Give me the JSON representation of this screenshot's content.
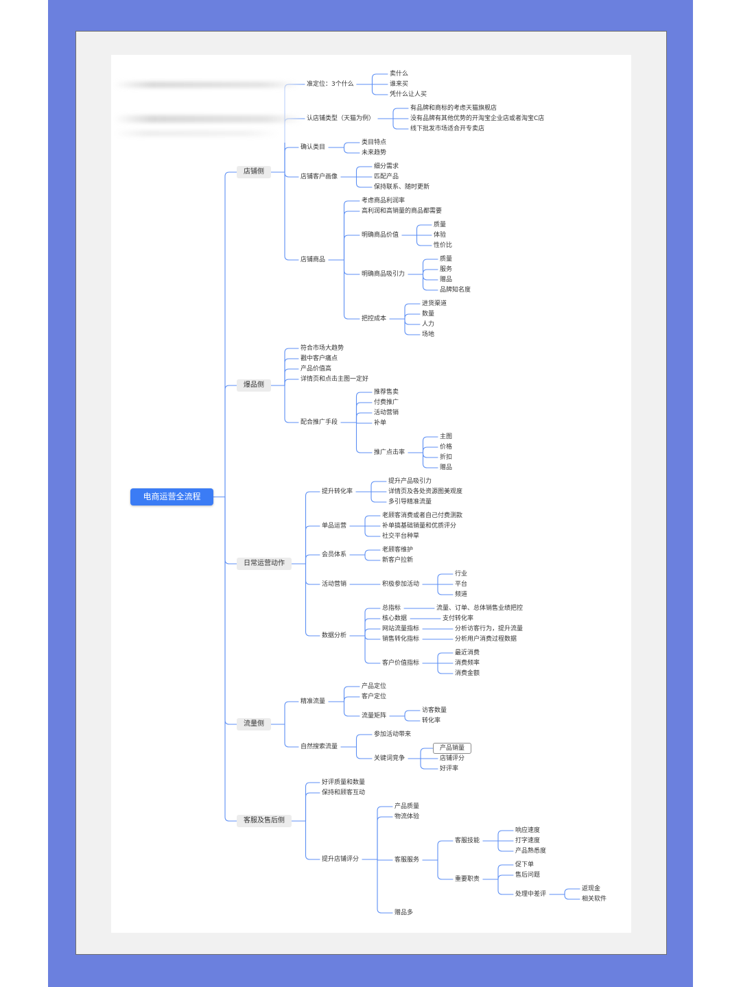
{
  "theme": {
    "page_background": "#6b80de",
    "root_fill": "#3b7cf5",
    "branch_fill": "#ececec",
    "line": "#5b8ef4",
    "text": "#333333"
  },
  "mindmap": {
    "root": "电商运营全流程",
    "branches": [
      {
        "label": "店铺侧",
        "children": [
          {
            "label": "准定位：3个什么",
            "children": [
              {
                "label": "卖什么"
              },
              {
                "label": "谁来买"
              },
              {
                "label": "凭什么让人买"
              }
            ]
          },
          {
            "label": "认店铺类型（天猫为例）",
            "children": [
              {
                "label": "有品牌和商标的考虑天猫旗舰店"
              },
              {
                "label": "没有品牌有其他优势的开淘宝企业店或者淘宝C店"
              },
              {
                "label": "线下批发市场适合开专卖店"
              }
            ]
          },
          {
            "label": "确认类目",
            "children": [
              {
                "label": "类目特点"
              },
              {
                "label": "未来趋势"
              }
            ]
          },
          {
            "label": "店铺客户画像",
            "children": [
              {
                "label": "细分需求"
              },
              {
                "label": "匹配产品"
              },
              {
                "label": "保持联系、随时更新"
              }
            ]
          },
          {
            "label": "店铺商品",
            "children": [
              {
                "label": "考虑商品利润率"
              },
              {
                "label": "高利润和高销量的商品都需要"
              },
              {
                "label": "明确商品价值",
                "children": [
                  {
                    "label": "质量"
                  },
                  {
                    "label": "体验"
                  },
                  {
                    "label": "性价比"
                  }
                ]
              },
              {
                "label": "明确商品吸引力",
                "children": [
                  {
                    "label": "质量"
                  },
                  {
                    "label": "服务"
                  },
                  {
                    "label": "赠品"
                  },
                  {
                    "label": "品牌知名度"
                  }
                ]
              },
              {
                "label": "把控成本",
                "children": [
                  {
                    "label": "进货渠道"
                  },
                  {
                    "label": "数量"
                  },
                  {
                    "label": "人力"
                  },
                  {
                    "label": "场地"
                  }
                ]
              }
            ]
          }
        ]
      },
      {
        "label": "爆品侧",
        "children": [
          {
            "label": "符合市场大趋势"
          },
          {
            "label": "戳中客户痛点"
          },
          {
            "label": "产品价值高"
          },
          {
            "label": "详情页和点击主图一定好"
          },
          {
            "label": "配合推广手段",
            "children": [
              {
                "label": "推荐售卖"
              },
              {
                "label": "付费推广"
              },
              {
                "label": "活动营销"
              },
              {
                "label": "补单"
              },
              {
                "label": "推广点击率",
                "children": [
                  {
                    "label": "主图"
                  },
                  {
                    "label": "价格"
                  },
                  {
                    "label": "折扣"
                  },
                  {
                    "label": "赠品"
                  }
                ]
              }
            ]
          }
        ]
      },
      {
        "label": "日常运营动作",
        "children": [
          {
            "label": "提升转化率",
            "children": [
              {
                "label": "提升产品吸引力"
              },
              {
                "label": "详情页及各处资源图美观度"
              },
              {
                "label": "多引导精准流量"
              }
            ]
          },
          {
            "label": "单品运营",
            "children": [
              {
                "label": "老顾客消费或者自己付费测款"
              },
              {
                "label": "补单搞基础销量和优质评分"
              },
              {
                "label": "社交平台种草"
              }
            ]
          },
          {
            "label": "会员体系",
            "children": [
              {
                "label": "老顾客维护"
              },
              {
                "label": "新客户拉新"
              }
            ]
          },
          {
            "label": "活动营销",
            "children": [
              {
                "label": "积极参加活动",
                "children": [
                  {
                    "label": "行业"
                  },
                  {
                    "label": "平台"
                  },
                  {
                    "label": "频道"
                  }
                ]
              }
            ]
          },
          {
            "label": "数据分析",
            "children": [
              {
                "label": "总指标",
                "children": [
                  {
                    "label": "流量、订单、总体销售业绩把控"
                  }
                ]
              },
              {
                "label": "核心数据",
                "children": [
                  {
                    "label": "支付转化率"
                  }
                ]
              },
              {
                "label": "网站流量指标",
                "children": [
                  {
                    "label": "分析访客行为，提升流量"
                  }
                ]
              },
              {
                "label": "销售转化指标",
                "children": [
                  {
                    "label": "分析用户消费过程数据"
                  }
                ]
              },
              {
                "label": "客户价值指标",
                "children": [
                  {
                    "label": "最近消费"
                  },
                  {
                    "label": "消费频率"
                  },
                  {
                    "label": "消费金额"
                  }
                ]
              }
            ]
          }
        ]
      },
      {
        "label": "流量侧",
        "children": [
          {
            "label": "精准流量",
            "children": [
              {
                "label": "产品定位"
              },
              {
                "label": "客户定位"
              },
              {
                "label": "流量矩阵",
                "children": [
                  {
                    "label": "访客数量"
                  },
                  {
                    "label": "转化率"
                  }
                ]
              }
            ]
          },
          {
            "label": "自然搜索流量",
            "children": [
              {
                "label": "参加活动带来"
              },
              {
                "label": "关键词竞争",
                "children": [
                  {
                    "label": "产品销量",
                    "selected": true
                  },
                  {
                    "label": "店铺评分"
                  },
                  {
                    "label": "好评率"
                  }
                ]
              }
            ]
          }
        ]
      },
      {
        "label": "客服及售后侧",
        "children": [
          {
            "label": "好评质量和数量"
          },
          {
            "label": "保持和顾客互动"
          },
          {
            "label": "提升店铺评分",
            "children": [
              {
                "label": "产品质量"
              },
              {
                "label": "物流体验"
              },
              {
                "label": "客服服务",
                "children": [
                  {
                    "label": "客服技能",
                    "children": [
                      {
                        "label": "响应速度"
                      },
                      {
                        "label": "打字速度"
                      },
                      {
                        "label": "产品熟悉度"
                      }
                    ]
                  },
                  {
                    "label": "重要职责",
                    "children": [
                      {
                        "label": "促下单"
                      },
                      {
                        "label": "售后问题"
                      },
                      {
                        "label": "处理中差评",
                        "children": [
                          {
                            "label": "返现金"
                          },
                          {
                            "label": "相关软件"
                          }
                        ]
                      }
                    ]
                  }
                ]
              },
              {
                "label": "赠品多"
              }
            ]
          }
        ]
      }
    ]
  }
}
